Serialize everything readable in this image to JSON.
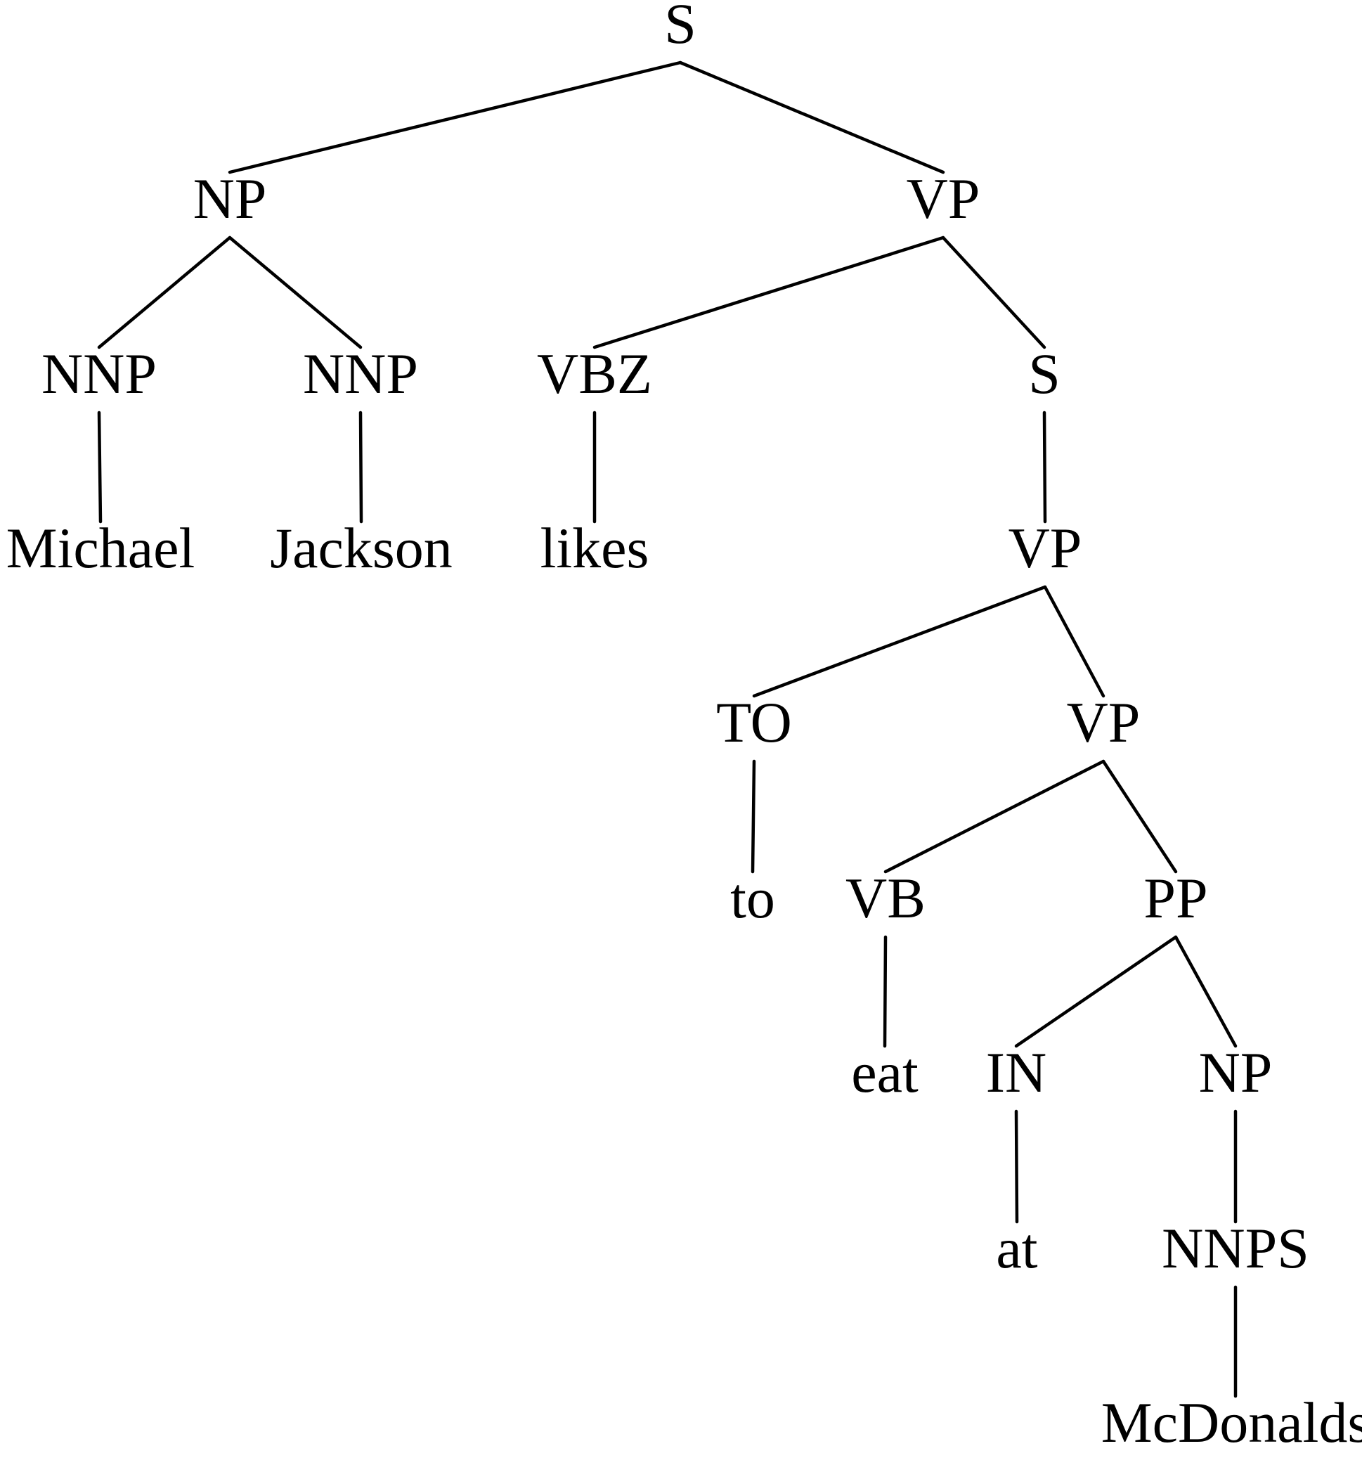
{
  "tree": {
    "nodes": {
      "s_root": "S",
      "np_subject": "NP",
      "vp_main": "VP",
      "nnp_1": "NNP",
      "nnp_2": "NNP",
      "vbz": "VBZ",
      "s_embedded": "S",
      "word_michael": "Michael",
      "word_jackson": "Jackson",
      "word_likes": "likes",
      "vp_infinitive": "VP",
      "to_tag": "TO",
      "vp_inner": "VP",
      "word_to": "to",
      "vb": "VB",
      "pp": "PP",
      "word_eat": "eat",
      "in_tag": "IN",
      "np_object": "NP",
      "word_at": "at",
      "nnps": "NNPS",
      "word_mcdonalds": "McDonalds"
    },
    "edges": [
      [
        "s_root",
        "np_subject"
      ],
      [
        "s_root",
        "vp_main"
      ],
      [
        "np_subject",
        "nnp_1"
      ],
      [
        "np_subject",
        "nnp_2"
      ],
      [
        "vp_main",
        "vbz"
      ],
      [
        "vp_main",
        "s_embedded"
      ],
      [
        "nnp_1",
        "word_michael"
      ],
      [
        "nnp_2",
        "word_jackson"
      ],
      [
        "vbz",
        "word_likes"
      ],
      [
        "s_embedded",
        "vp_infinitive"
      ],
      [
        "vp_infinitive",
        "to_tag"
      ],
      [
        "vp_infinitive",
        "vp_inner"
      ],
      [
        "to_tag",
        "word_to"
      ],
      [
        "vp_inner",
        "vb"
      ],
      [
        "vp_inner",
        "pp"
      ],
      [
        "vb",
        "word_eat"
      ],
      [
        "pp",
        "in_tag"
      ],
      [
        "pp",
        "np_object"
      ],
      [
        "in_tag",
        "word_at"
      ],
      [
        "np_object",
        "nnps"
      ],
      [
        "nnps",
        "word_mcdonalds"
      ]
    ]
  }
}
